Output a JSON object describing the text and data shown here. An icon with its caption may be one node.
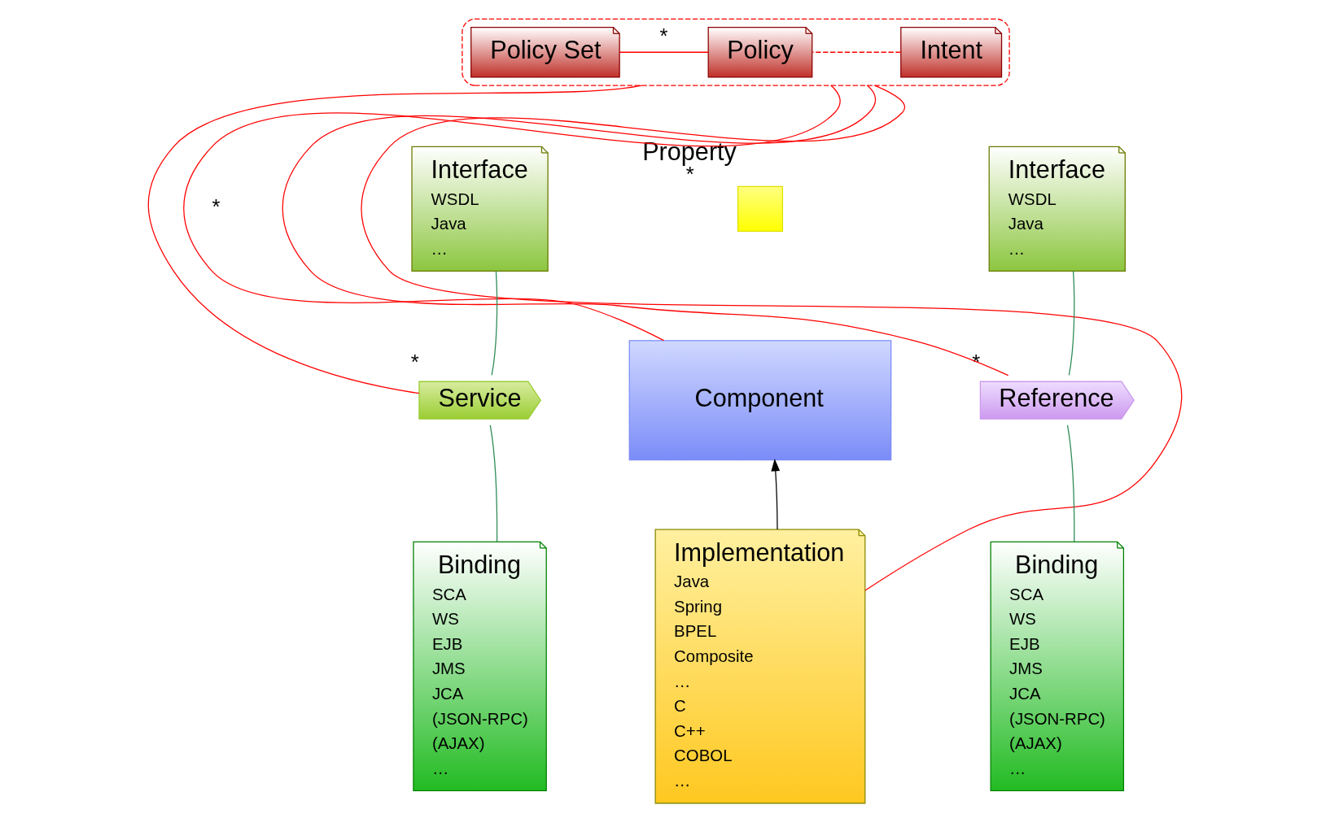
{
  "diagram": {
    "nodes": [
      {
        "text": [],
        "shape": "box"
      },
      {
        "text": [
          "Intent"
        ],
        "in": 0
      },
      {
        "text": [
          "Policy"
        ],
        "in": 0
      },
      {
        "text": [
          "Policy Set"
        ],
        "in": 0
      },
      {
        "text": [
          "Interface",
          "WSDL",
          "Java",
          "…"
        ]
      },
      {
        "text": [
          "Property"
        ],
        "beside": [
          "*"
        ]
      },
      {
        "text": [
          "Interface",
          "WSDL",
          "Java",
          "…"
        ]
      },
      {
        "text": [
          "Service"
        ],
        "beside": [
          "*"
        ]
      },
      {
        "text": [
          "Component"
        ]
      },
      {
        "text": [
          "Reference"
        ],
        "beside": [
          "*"
        ]
      },
      {
        "text": [
          "Binding",
          "SCA",
          "WS",
          "EJB",
          "JMS",
          "JCA",
          "(JSON-RPC)",
          "(AJAX)",
          "…"
        ]
      },
      {
        "text": [
          "Binding",
          "SCA",
          "WS",
          "EJB",
          "JMS",
          "JCA",
          "(JSON-RPC)",
          "(AJAX)",
          "…"
        ]
      },
      {
        "text": [
          "Implementation",
          "Java",
          "Spring",
          "BPEL",
          "Composite",
          "…",
          "C",
          "C++",
          "COBOL",
          "…"
        ]
      }
    ],
    "edges": [
      {
        "from": 1,
        "to": 2,
        "arrow": "none",
        "style": "dashed"
      },
      {
        "from": 2,
        "to": 3,
        "arrow": "none",
        "label": "*"
      },
      {
        "from": 0,
        "to": 7,
        "arrow": "none"
      },
      {
        "from": 0,
        "to": 8,
        "arrow": "none",
        "label": "*"
      },
      {
        "from": 0,
        "to": 12,
        "arrow": "none"
      },
      {
        "from": 0,
        "to": 9,
        "arrow": "none"
      },
      {
        "from": 4,
        "to": 7,
        "arrow": "none",
        "color": "#2e8b57"
      },
      {
        "from": 10,
        "to": 7,
        "arrow": "none",
        "color": "#2e8b57"
      },
      {
        "from": 6,
        "to": 9,
        "arrow": "none",
        "color": "#2e8b57"
      },
      {
        "from": 11,
        "to": 9,
        "arrow": "none",
        "color": "#2e8b57"
      },
      {
        "from": 12,
        "to": 8,
        "arrow": "to",
        "color": "#000000"
      }
    ]
  }
}
